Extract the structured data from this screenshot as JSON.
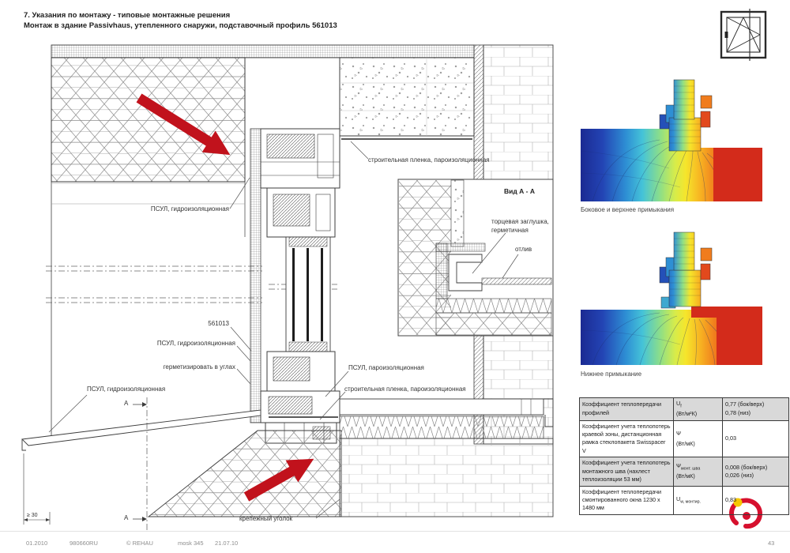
{
  "header": {
    "line1": "7. Указания по монтажу - типовые монтажные решения",
    "line2": "Монтаж в здание Passivhaus, утепленного снаружи, подставочный профиль 561013"
  },
  "drawing": {
    "labels": {
      "psul_hydro_top": "ПСУЛ, гидроизоляционная",
      "film_vapor_top": "строительная пленка, пароизоляционная",
      "profile_code": "561013",
      "psul_hydro_mid": "ПСУЛ, гидроизоляционная",
      "seal_corners": "герметизировать в углах",
      "psul_hydro_low": "ПСУЛ, гидроизоляционная",
      "psul_vapor": "ПСУЛ, пароизоляционная",
      "film_vapor_bottom": "строительная пленка, пароизоляционная",
      "fixing_bracket": "крепежный уголок",
      "dim_min30": "≥ 30",
      "section_a_top": "А",
      "section_a_bottom": "А"
    },
    "inset": {
      "title": "Вид А - А",
      "plug": "торцевая заглушка, герметичная",
      "otliv": "отлив"
    }
  },
  "thermal": {
    "caption_top": "Боковое и верхнее примыкания",
    "caption_bottom": "Нижнее примыкание"
  },
  "table": {
    "rows": [
      {
        "desc": "Коэффициент теплопередачи профилей",
        "sym": "U",
        "sub": "f",
        "unit": "(Вт/м²К)",
        "val1": "0,77 (бок/верх)",
        "val2": "0,78 (низ)"
      },
      {
        "desc": "Коэффициент учета теплопотерь краевой зоны, дистанционная рамка стеклопакета Swisspacer V",
        "sym": "Ψ",
        "sub": "",
        "unit": "(Вт/мК)",
        "val1": "0,03",
        "val2": ""
      },
      {
        "desc": "Коэффициент учета теплопотерь монтажного шва (нахлест теплоизоляции 53 мм)",
        "sym": "Ψ",
        "sub": "монт. шва",
        "unit": "(Вт/мК)",
        "val1": "0,008 (бок/верх)",
        "val2": "0,026 (низ)"
      },
      {
        "desc": "Коэффициент теплопередачи смонтированного окна 1230 x 1480 мм",
        "sym": "U",
        "sub": "w, монтир.",
        "unit": "",
        "val1": "0,83",
        "val2": ""
      }
    ]
  },
  "footer": {
    "date": "01.2010",
    "doc_code": "980660RU",
    "copyright": "© REHAU",
    "ref": "mosk 345",
    "date2": "21.07.10",
    "page": "43"
  },
  "colors": {
    "arrow_red": "#c1121c",
    "thermal_cold": "#1b2a92",
    "thermal_warm": "#d32b1b",
    "table_shade": "#d9d9d9"
  }
}
